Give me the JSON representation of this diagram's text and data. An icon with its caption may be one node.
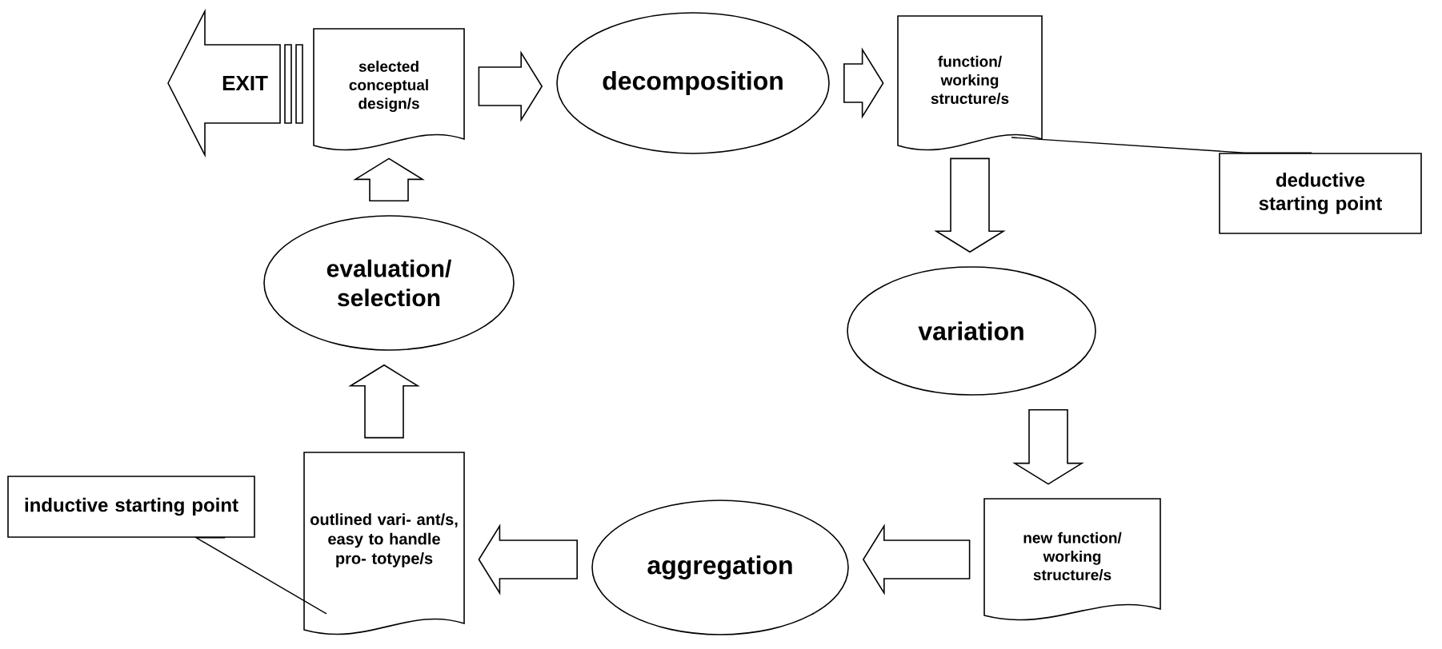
{
  "diagram": {
    "nodes": [
      {
        "text": [
          "EXIT"
        ]
      },
      {
        "text": [
          "selected conceptual design/s"
        ]
      },
      {
        "text": [
          "decomposition"
        ]
      },
      {
        "text": [
          "function/ working structure/s"
        ]
      },
      {
        "text": [
          "deductive starting point"
        ]
      },
      {
        "text": [
          "evaluation/ selection"
        ]
      },
      {
        "text": [
          "variation"
        ]
      },
      {
        "text": [
          "inductive starting point"
        ]
      },
      {
        "text": [
          "outlined vari- ant/s, easy to handle pro- totype/s"
        ]
      },
      {
        "text": [
          "aggregation"
        ]
      },
      {
        "text": [
          "new function/ working structure/s"
        ]
      }
    ],
    "edges": [
      {
        "from": 1,
        "to": 2,
        "arrow": "to"
      },
      {
        "from": 2,
        "to": 3,
        "arrow": "to"
      },
      {
        "from": 3,
        "to": 6,
        "arrow": "to"
      },
      {
        "from": 6,
        "to": 10,
        "arrow": "to"
      },
      {
        "from": 10,
        "to": 9,
        "arrow": "to"
      },
      {
        "from": 9,
        "to": 8,
        "arrow": "to"
      },
      {
        "from": 8,
        "to": 5,
        "arrow": "to"
      },
      {
        "from": 5,
        "to": 1,
        "arrow": "to"
      },
      {
        "from": 4,
        "to": 3,
        "arrow": "none"
      },
      {
        "from": 7,
        "to": 8,
        "arrow": "none"
      }
    ]
  }
}
